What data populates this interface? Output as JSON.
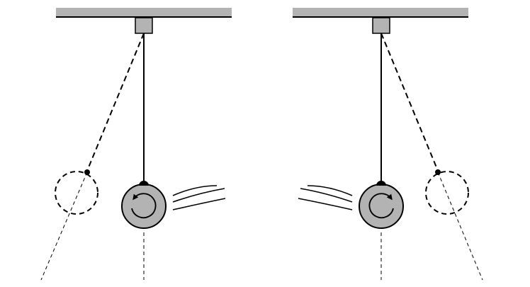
{
  "colors": {
    "background": "#ffffff",
    "ceiling_fill": "#b3b3b3",
    "mount_fill": "#b3b3b3",
    "bob_fill": "#b3b3b3",
    "line": "#000000"
  },
  "panels": [
    {
      "id": "left",
      "swing_direction": "right",
      "rotation_arrow": "counterclockwise"
    },
    {
      "id": "right",
      "swing_direction": "left",
      "rotation_arrow": "clockwise"
    }
  ]
}
